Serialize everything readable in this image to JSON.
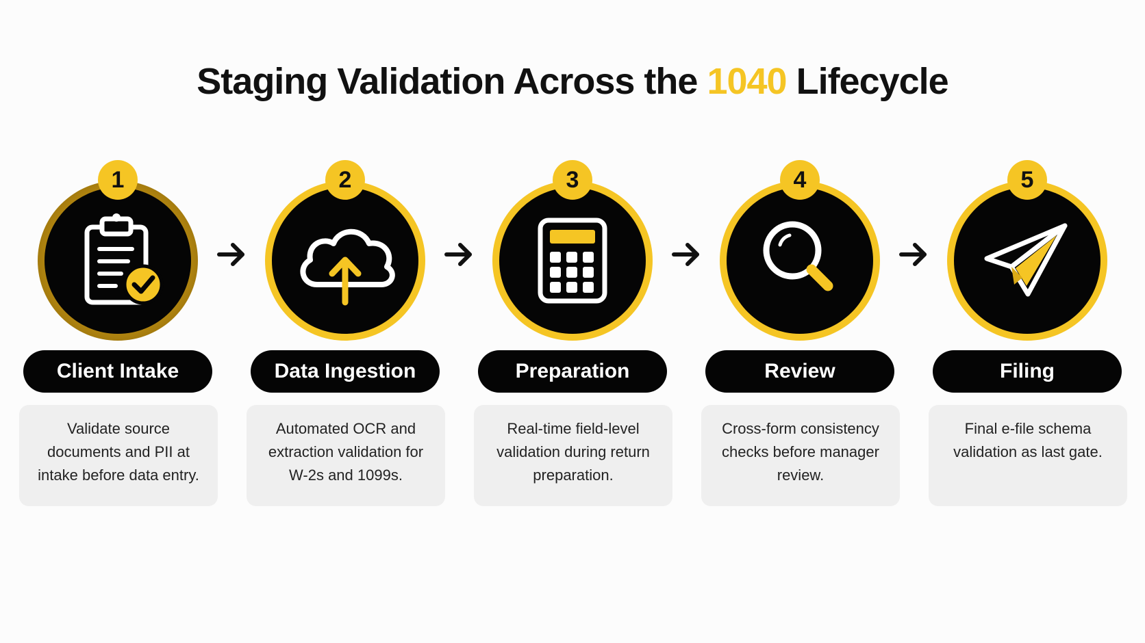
{
  "title": {
    "prefix": "Staging Validation Across the ",
    "highlight": "1040",
    "suffix": " Lifecycle"
  },
  "colors": {
    "accent": "#f5c524",
    "dark": "#050505",
    "card": "#efefef"
  },
  "steps": [
    {
      "number": "1",
      "label": "Client Intake",
      "icon": "clipboard-check-icon",
      "description": "Validate source documents and PII at intake before data entry."
    },
    {
      "number": "2",
      "label": "Data Ingestion",
      "icon": "cloud-upload-icon",
      "description": "Automated OCR and extraction validation for W-2s and 1099s."
    },
    {
      "number": "3",
      "label": "Preparation",
      "icon": "calculator-icon",
      "description": "Real-time field-level validation during return preparation."
    },
    {
      "number": "4",
      "label": "Review",
      "icon": "magnifier-icon",
      "description": "Cross-form consistency checks before manager review."
    },
    {
      "number": "5",
      "label": "Filing",
      "icon": "paper-plane-icon",
      "description": "Final e-file schema validation as last gate."
    }
  ]
}
